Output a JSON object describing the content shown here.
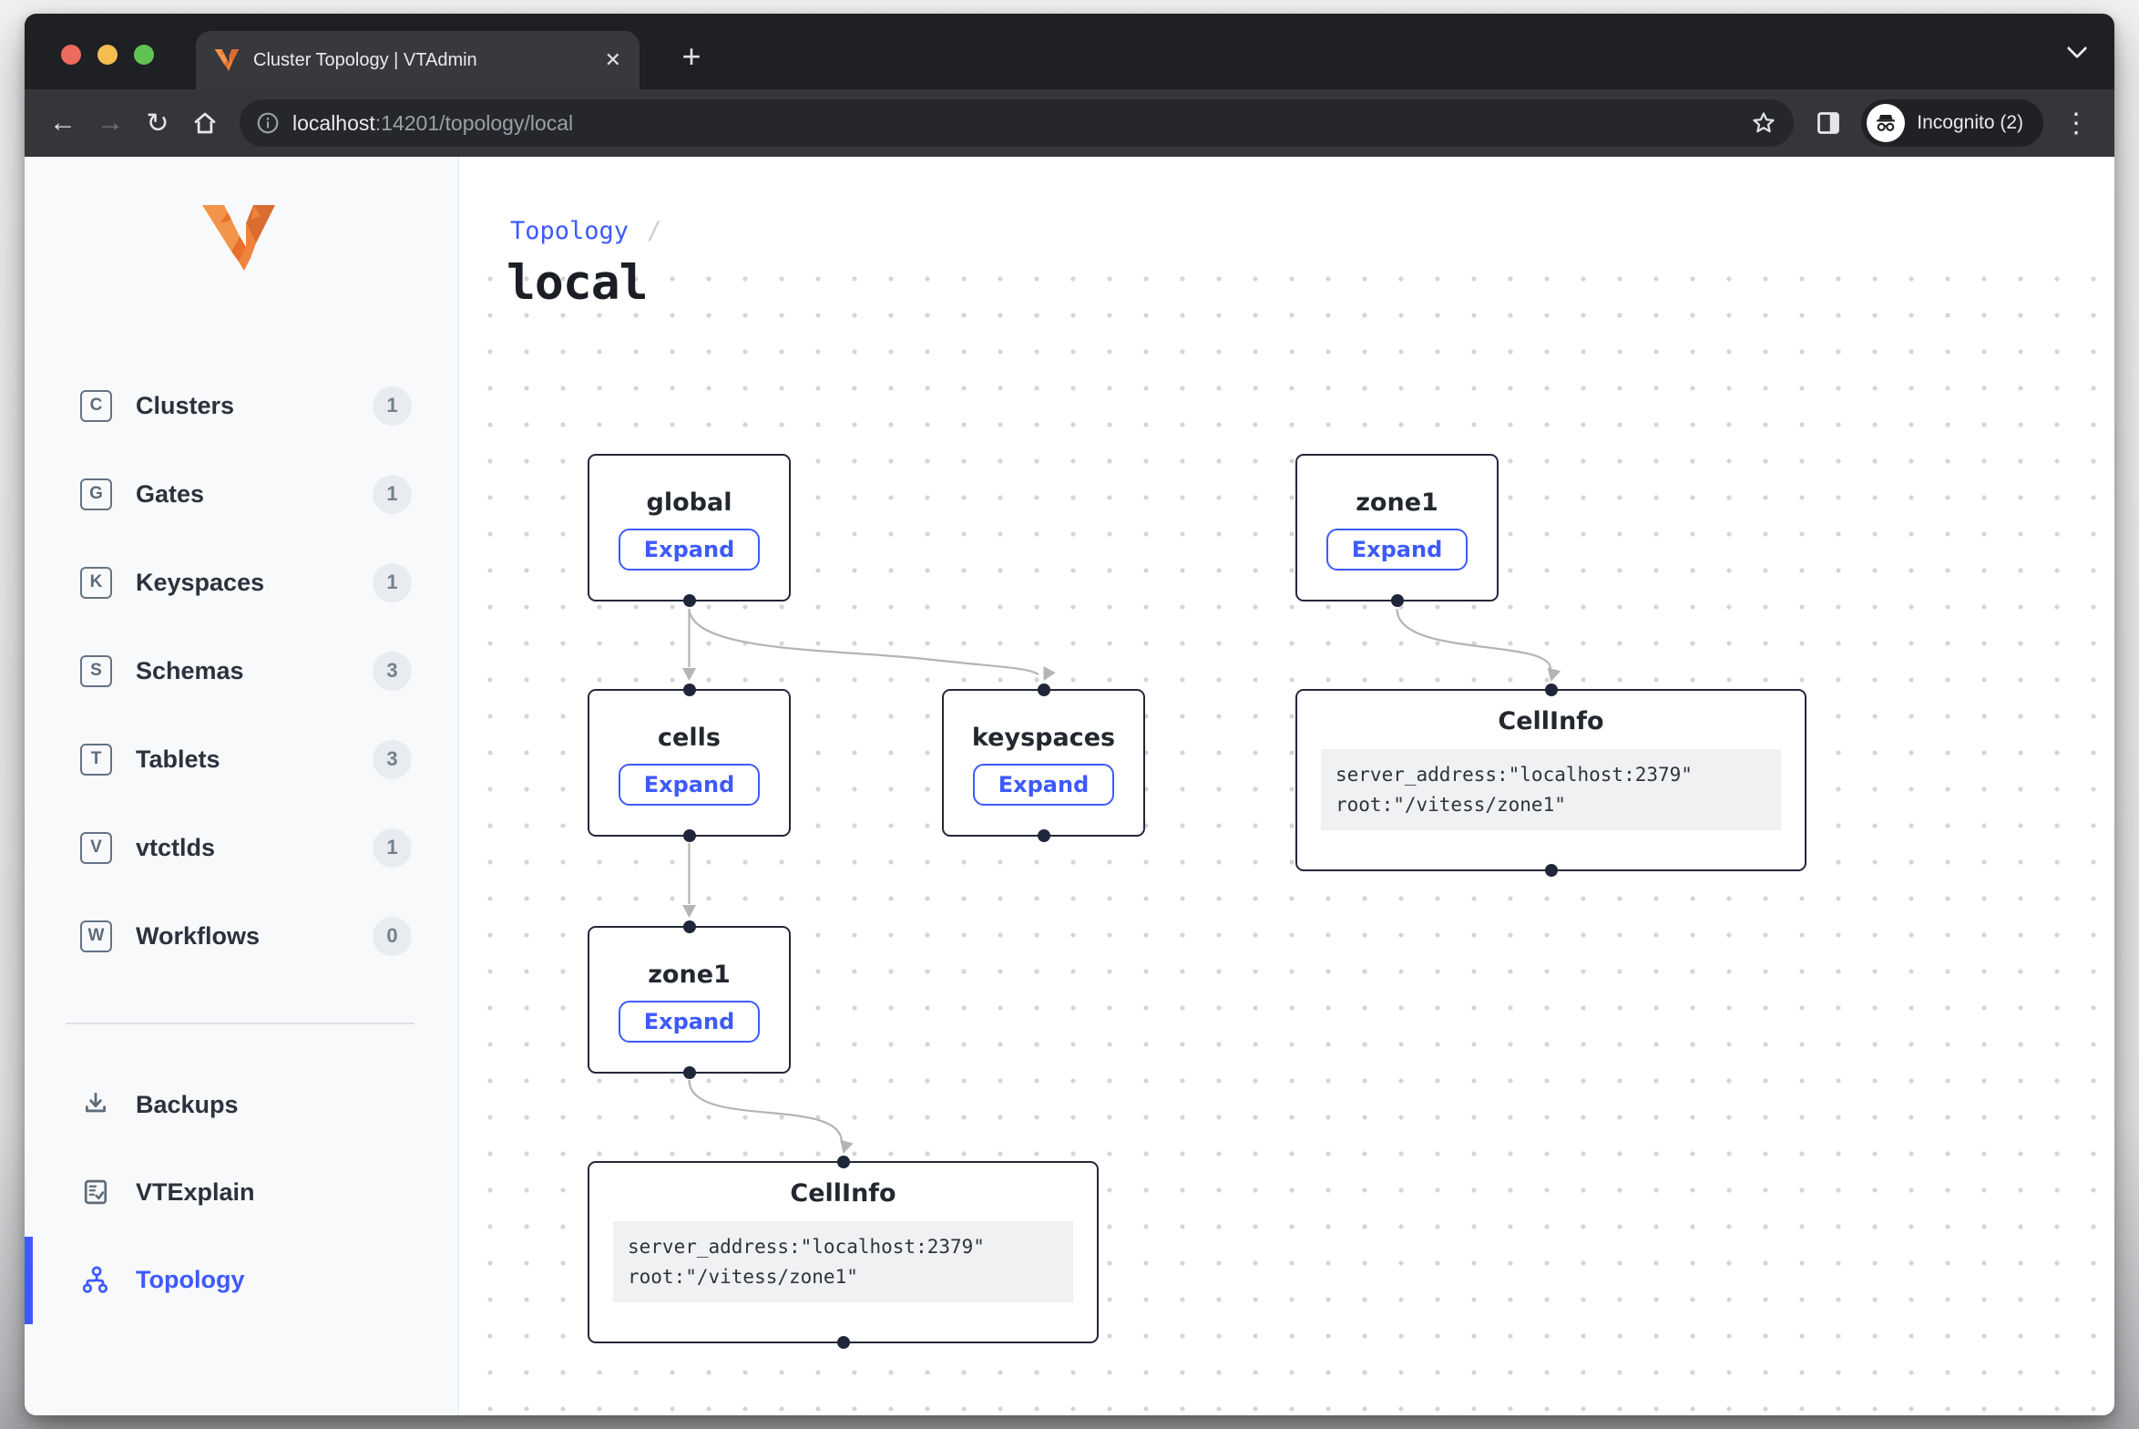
{
  "window": {
    "tab": {
      "title": "Cluster Topology | VTAdmin",
      "close_glyph": "✕",
      "new_glyph": "+"
    },
    "controls": {
      "back": "←",
      "forward": "→",
      "reload": "↻",
      "menu": "⋮"
    },
    "url": {
      "host": "localhost",
      "rest": ":14201/topology/local"
    },
    "incognito_label": "Incognito (2)",
    "icons": [
      "traffic-lights",
      "home-icon",
      "info-icon",
      "star-icon",
      "side-panel-icon",
      "incognito-icon",
      "tab-search-chevron"
    ]
  },
  "sidebar": {
    "items": [
      {
        "letter": "C",
        "label": "Clusters",
        "count": "1"
      },
      {
        "letter": "G",
        "label": "Gates",
        "count": "1"
      },
      {
        "letter": "K",
        "label": "Keyspaces",
        "count": "1"
      },
      {
        "letter": "S",
        "label": "Schemas",
        "count": "3"
      },
      {
        "letter": "T",
        "label": "Tablets",
        "count": "3"
      },
      {
        "letter": "V",
        "label": "vtctlds",
        "count": "1"
      },
      {
        "letter": "W",
        "label": "Workflows",
        "count": "0"
      }
    ],
    "bottom": [
      {
        "label": "Backups",
        "icon": "download-icon"
      },
      {
        "label": "VTExplain",
        "icon": "document-check-icon"
      },
      {
        "label": "Topology",
        "icon": "topology-icon",
        "active": true
      }
    ]
  },
  "main": {
    "breadcrumb": "Topology",
    "breadcrumb_sep": "/",
    "title": "local"
  },
  "graph": {
    "expand_label": "Expand",
    "nodes": [
      {
        "id": "global",
        "title": "global",
        "type": "expand"
      },
      {
        "id": "zone1-right",
        "title": "zone1",
        "type": "expand"
      },
      {
        "id": "cells",
        "title": "cells",
        "type": "expand"
      },
      {
        "id": "keyspaces",
        "title": "keyspaces",
        "type": "expand"
      },
      {
        "id": "cellinfo-right",
        "title": "CellInfo",
        "type": "info",
        "code": [
          "server_address:\"localhost:2379\"",
          "root:\"/vitess/zone1\""
        ]
      },
      {
        "id": "zone1-left",
        "title": "zone1",
        "type": "expand"
      },
      {
        "id": "cellinfo-bottom",
        "title": "CellInfo",
        "type": "info",
        "code": [
          "server_address:\"localhost:2379\"",
          "root:\"/vitess/zone1\""
        ]
      }
    ],
    "edges": [
      {
        "from": "global",
        "to": "cells"
      },
      {
        "from": "global",
        "to": "keyspaces"
      },
      {
        "from": "cells",
        "to": "zone1-left"
      },
      {
        "from": "zone1-left",
        "to": "cellinfo-bottom"
      },
      {
        "from": "zone1-right",
        "to": "cellinfo-right"
      }
    ]
  },
  "colors": {
    "accent": "#3d5afe",
    "node_border": "#232839",
    "edge": "#b4b4b4",
    "sidebar_bg": "#f8f9fb"
  }
}
